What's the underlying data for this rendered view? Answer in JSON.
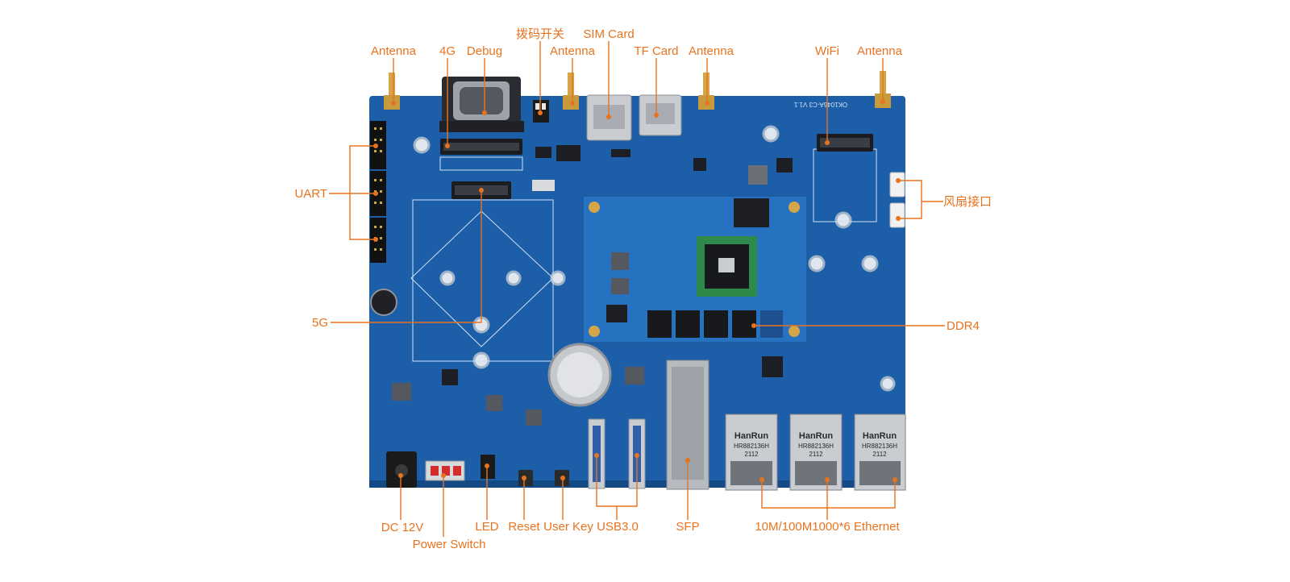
{
  "colors": {
    "accent": "#e8731e",
    "board": "#1c5fa8",
    "board_dark": "#134a86",
    "som": "#2671c0",
    "silk": "#cfe0f2",
    "metal": "#c9ccd0",
    "chip": "#1d1f24",
    "background": "#ffffff"
  },
  "labels": {
    "antenna_1": "Antenna",
    "fourg": "4G",
    "debug": "Debug",
    "dip_switch": "拨码开关",
    "antenna_2": "Antenna",
    "sim_card": "SIM Card",
    "tf_card": "TF Card",
    "antenna_3": "Antenna",
    "wifi": "WiFi",
    "antenna_4": "Antenna",
    "uart": "UART",
    "fan": "风扇接口",
    "fiveg": "5G",
    "ddr4": "DDR4",
    "dc12v": "DC 12V",
    "power_switch": "Power Switch",
    "led": "LED",
    "reset": "Reset",
    "user_key": "User Key",
    "usb30": "USB3.0",
    "sfp": "SFP",
    "ethernet": "10M/100M1000*6 Ethernet"
  },
  "board_text": {
    "model": "OK1046A-C3 V1.1",
    "rj45_brand": "HanRun",
    "rj45_part": "HR882136H",
    "rj45_date": "2112"
  },
  "icons": {
    "antenna": "sma-antenna-icon",
    "db9": "db9-connector-icon",
    "rj45": "rj45-jack-icon",
    "coin_cell": "coin-cell-battery-icon"
  }
}
